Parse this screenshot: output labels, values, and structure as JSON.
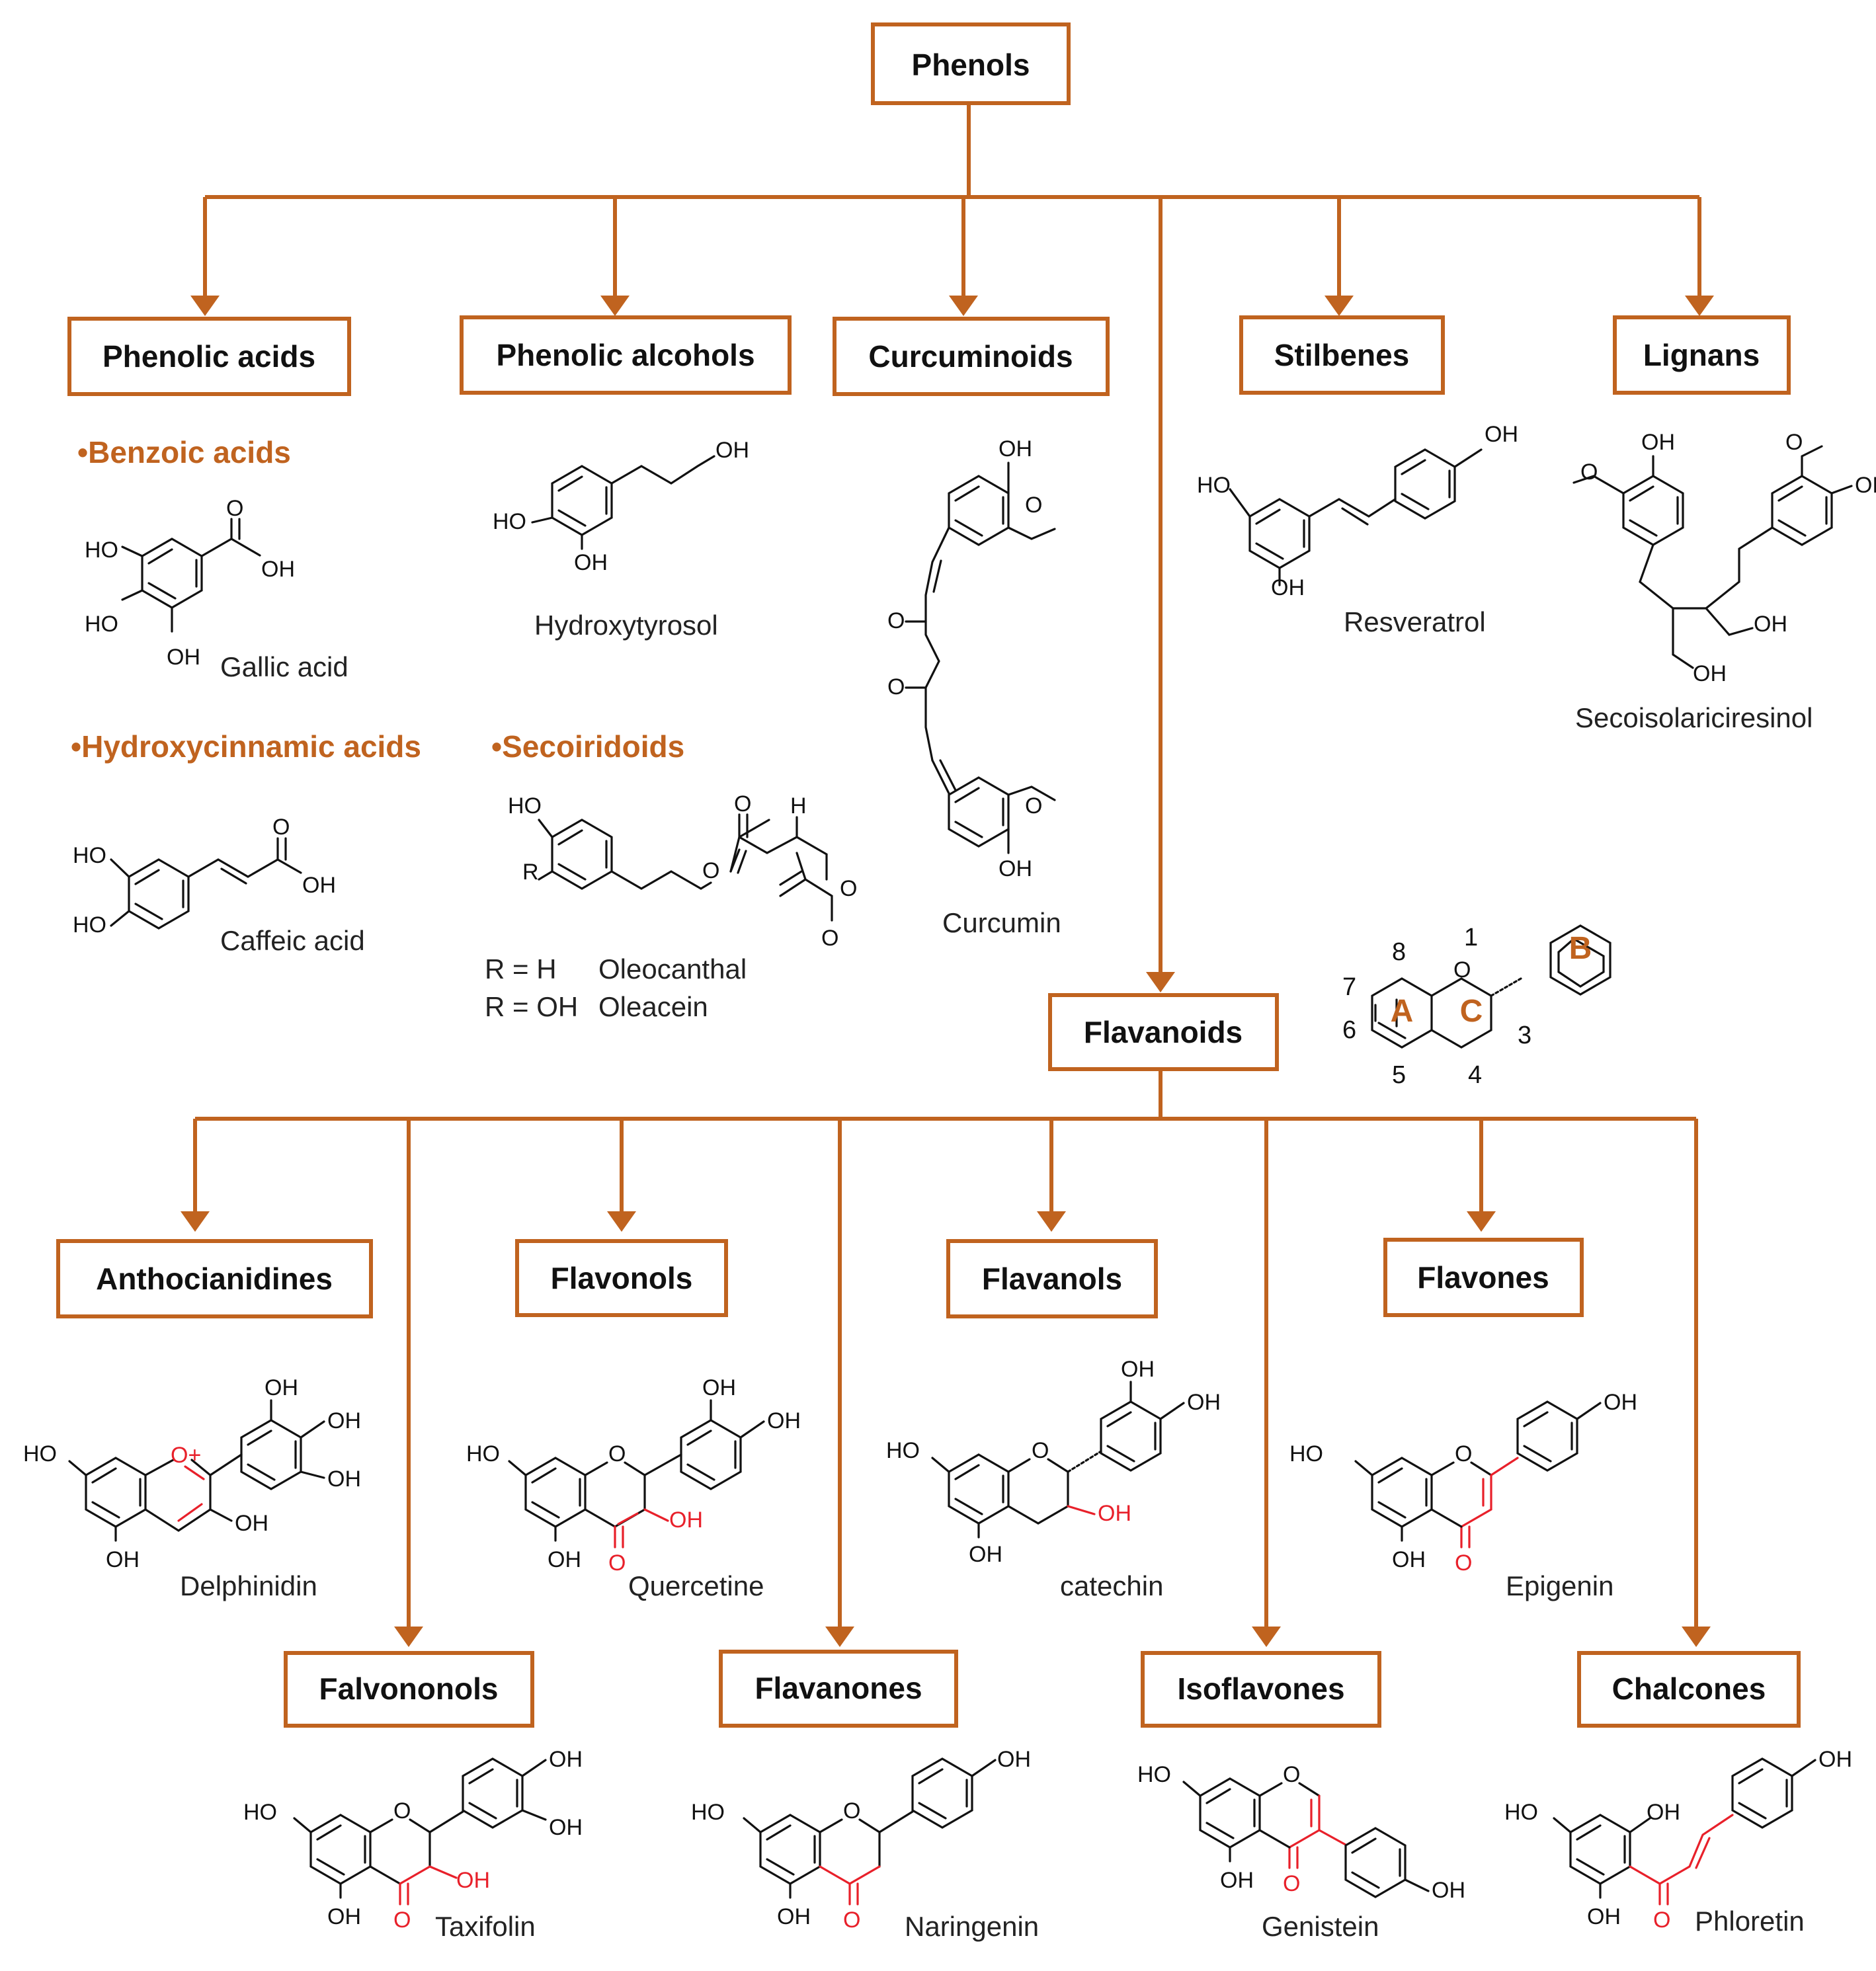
{
  "root": "Phenols",
  "categories": {
    "phenolic_acids": "Phenolic acids",
    "phenolic_alcohols": "Phenolic alcohols",
    "curcuminoids": "Curcuminoids",
    "stilbenes": "Stilbenes",
    "lignans": "Lignans",
    "flavanoids": "Flavanoids"
  },
  "subclasses": {
    "benzoic": "•Benzoic acids",
    "hydroxycinnamic": "•Hydroxycinnamic acids",
    "secoiridoids": "•Secoiridoids"
  },
  "flavanoid_classes": {
    "anthocianidines": "Anthocianidines",
    "flavonols": "Flavonols",
    "flavanols": "Flavanols",
    "flavones": "Flavones",
    "falvononols": "Falvononols",
    "flavanones": "Flavanones",
    "isoflavones": "Isoflavones",
    "chalcones": "Chalcones"
  },
  "compounds": {
    "gallic": "Gallic acid",
    "caffeic": "Caffeic acid",
    "hydroxytyrosol": "Hydroxytyrosol",
    "oleo_r1": "R = H",
    "oleo_n1": "Oleocanthal",
    "oleo_r2": "R = OH",
    "oleo_n2": "Oleacein",
    "curcumin": "Curcumin",
    "resveratrol": "Resveratrol",
    "seco": "Secoisolariciresinol",
    "delphinidin": "Delphinidin",
    "quercetine": "Quercetine",
    "catechin": "catechin",
    "epigenin": "Epigenin",
    "taxifolin": "Taxifolin",
    "naringenin": "Naringenin",
    "genistein": "Genistein",
    "phloretin": "Phloretin"
  },
  "skeleton": {
    "ring_a": "A",
    "ring_b": "B",
    "ring_c": "C",
    "numbers": [
      "8",
      "1",
      "7",
      "6",
      "5",
      "4",
      "3"
    ]
  },
  "atoms": {
    "oh": "OH",
    "ho": "HO",
    "o": "O",
    "h": "H",
    "r": "R",
    "o_plus": "O+"
  },
  "colors": {
    "accent": "#c0631f",
    "highlight": "#e8202a",
    "text": "#111111"
  }
}
